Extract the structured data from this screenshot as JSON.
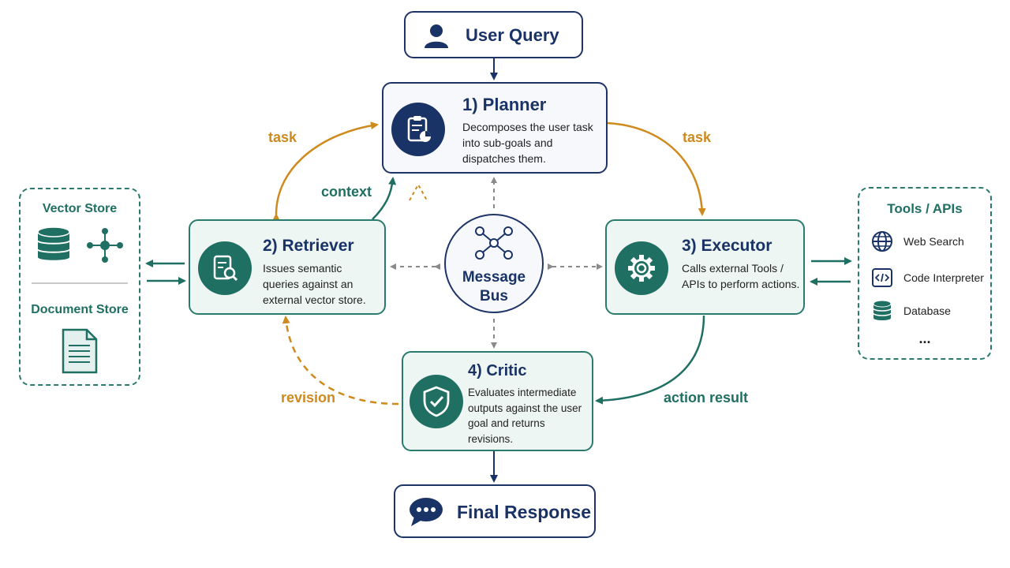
{
  "user_query": {
    "label": "User Query"
  },
  "planner": {
    "title": "1) Planner",
    "desc": "Decomposes the user task into sub-goals and dispatches them."
  },
  "retriever": {
    "title": "2) Retriever",
    "desc": "Issues semantic queries against an external vector store."
  },
  "executor": {
    "title": "3) Executor",
    "desc": "Calls external Tools / APIs to perform actions."
  },
  "critic": {
    "title": "4) Critic",
    "desc": "Evaluates intermediate outputs against the user goal and returns revisions."
  },
  "message_bus": {
    "line1": "Message",
    "line2": "Bus"
  },
  "final_response": {
    "label": "Final Response"
  },
  "left_store": {
    "vector_title": "Vector Store",
    "document_title": "Document Store"
  },
  "tools": {
    "title": "Tools / APIs",
    "items": [
      {
        "label": "Web Search",
        "icon": "globe-icon"
      },
      {
        "label": "Code Interpreter",
        "icon": "code-icon"
      },
      {
        "label": "Database",
        "icon": "database-icon"
      }
    ],
    "more": "..."
  },
  "edge_labels": {
    "task_left": "task",
    "task_right": "task",
    "context": "context",
    "revision": "revision",
    "action_result": "action result"
  },
  "colors": {
    "navy": "#1a3366",
    "teal": "#1f6f62",
    "orange": "#cf8a1e",
    "gray": "#8a8a8a"
  }
}
